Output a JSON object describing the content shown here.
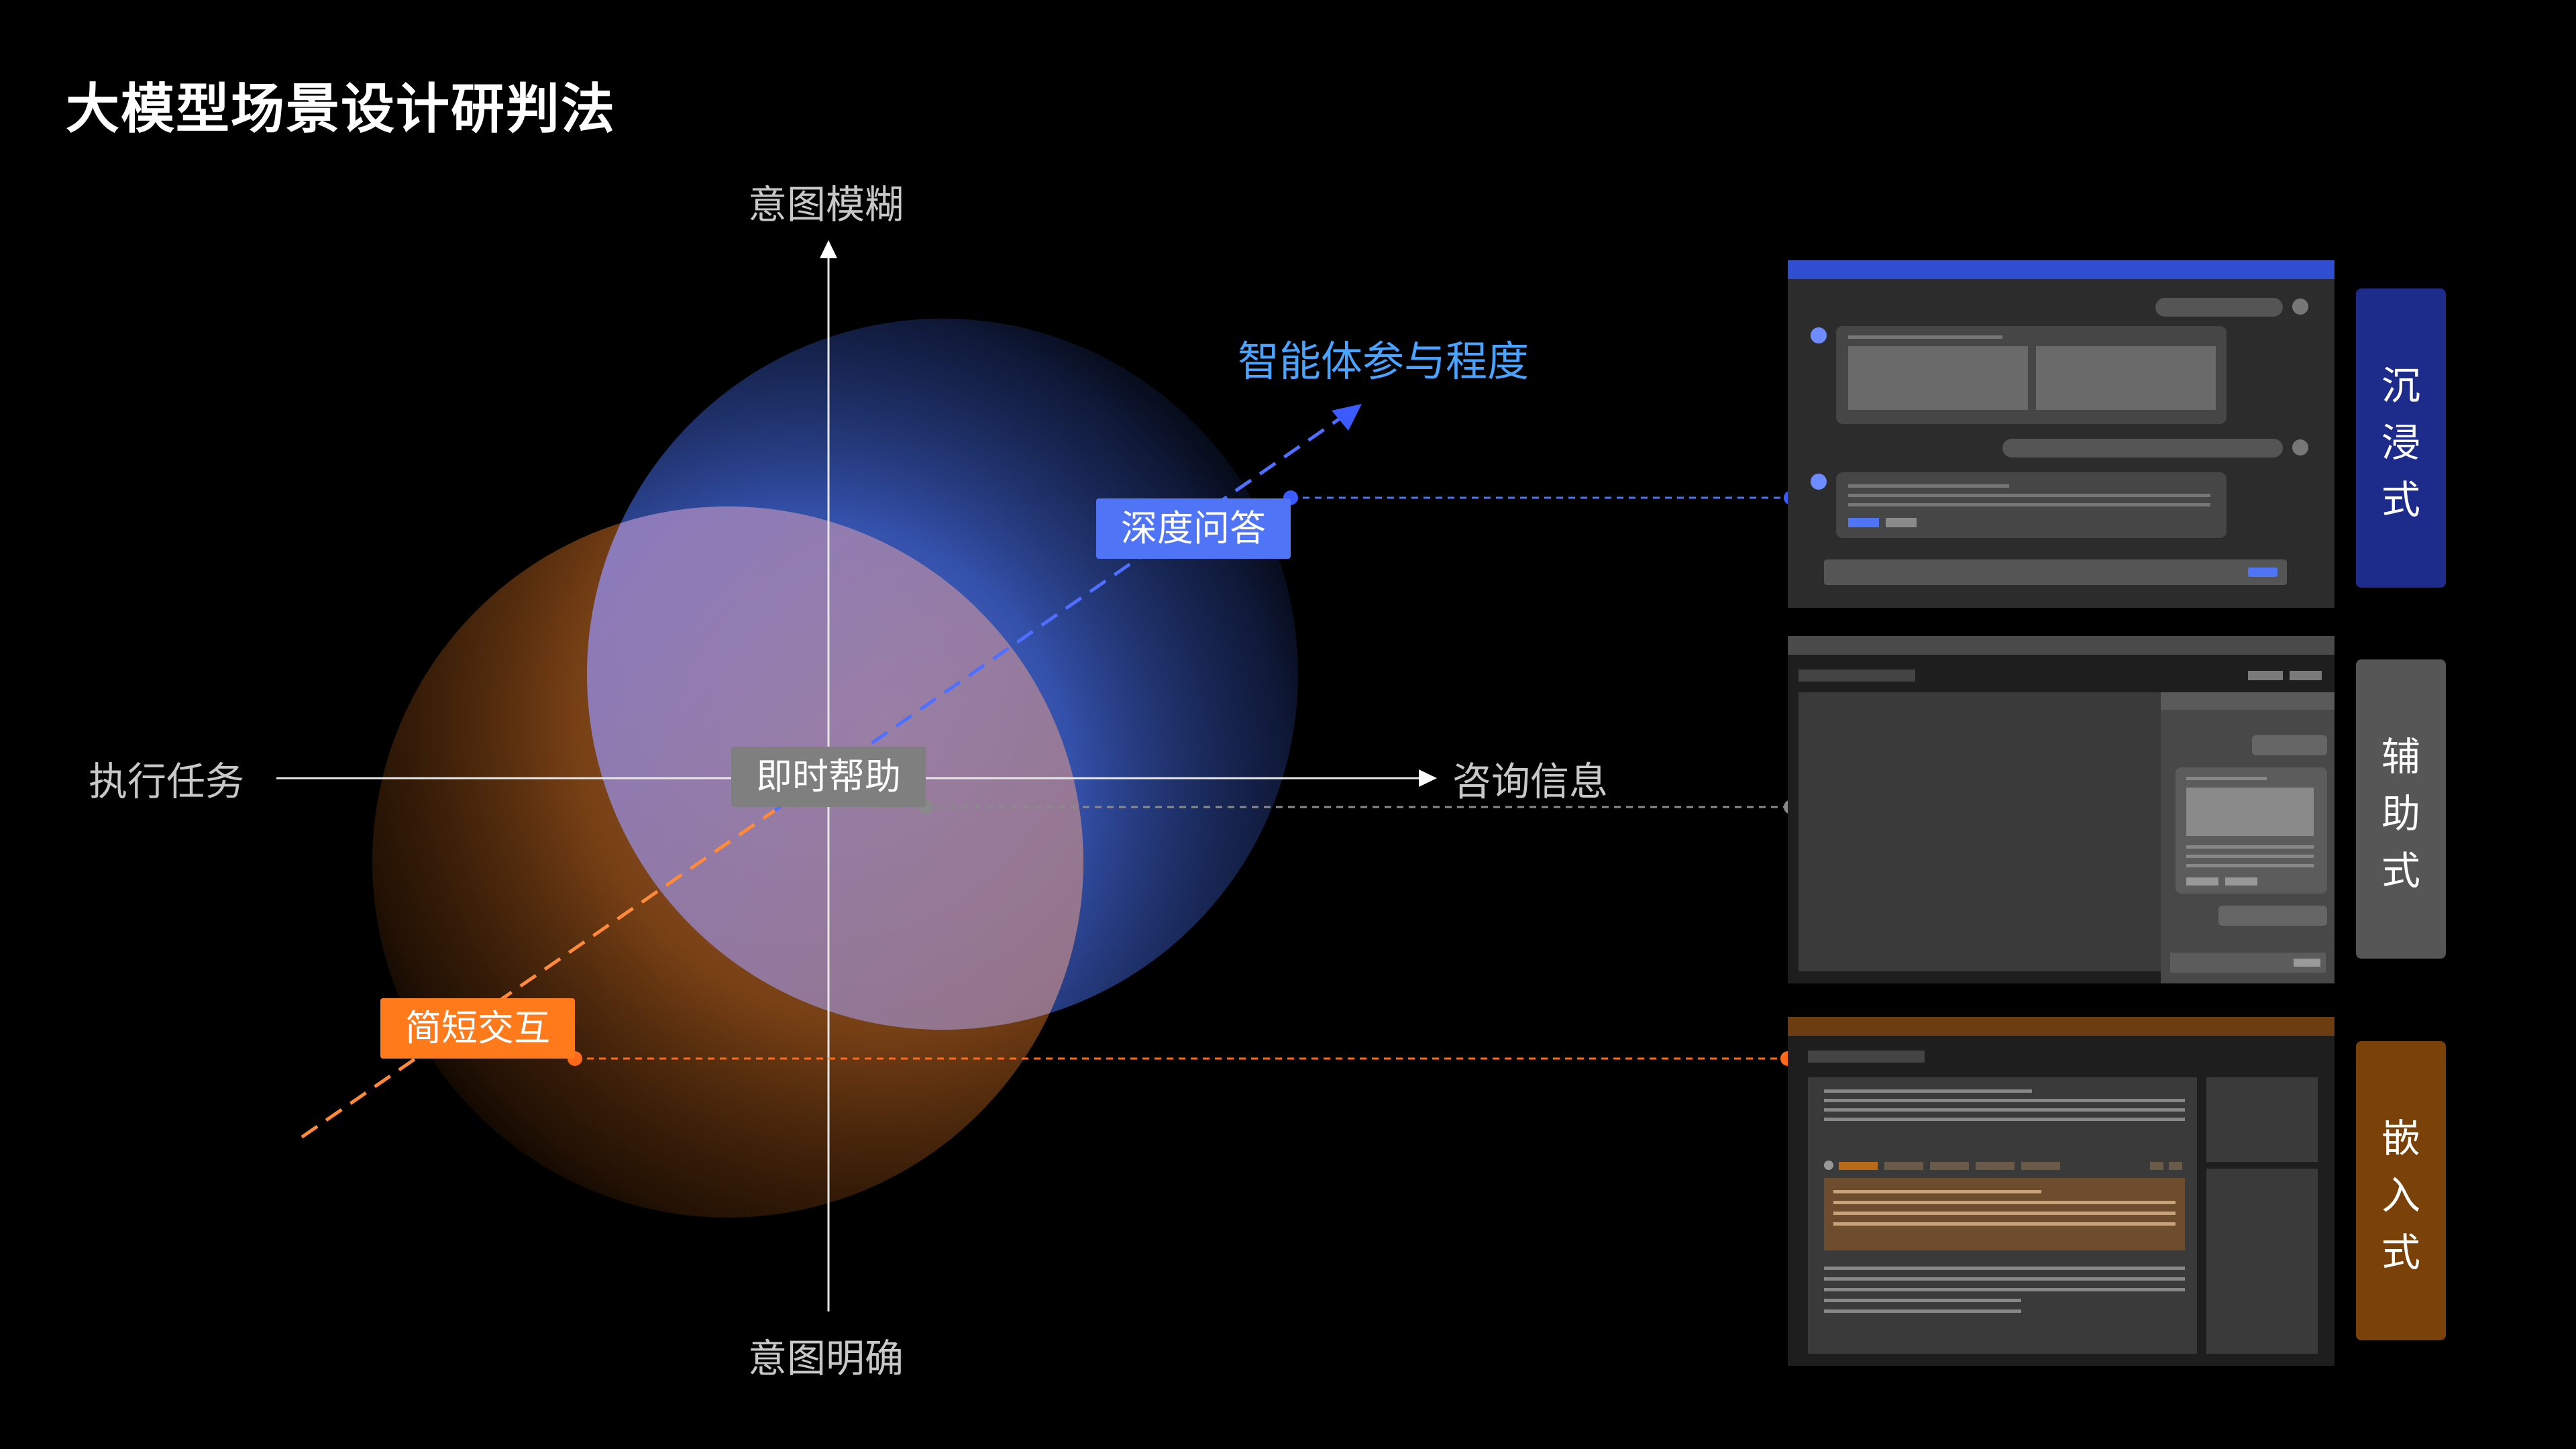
{
  "title": "大模型场景设计研判法",
  "axes": {
    "top": "意图模糊",
    "bottom": "意图明确",
    "left": "执行任务",
    "right": "咨询信息"
  },
  "diagonal_label": "智能体参与程度",
  "tags": {
    "deep": "深度问答",
    "instant": "即时帮助",
    "short": "简短交互"
  },
  "modes": {
    "immersive": [
      "沉",
      "浸",
      "式"
    ],
    "assist": [
      "辅",
      "助",
      "式"
    ],
    "embed": [
      "嵌",
      "入",
      "式"
    ]
  },
  "colors": {
    "blue_accent": "#4f74f5",
    "blue_title": "#4aa3ff",
    "orange_accent": "#ff7a1a",
    "gray_tag": "#7f7f7f",
    "immersive_card": "#1d2b8a",
    "assist_card": "#565656",
    "embed_card": "#7a4108"
  }
}
